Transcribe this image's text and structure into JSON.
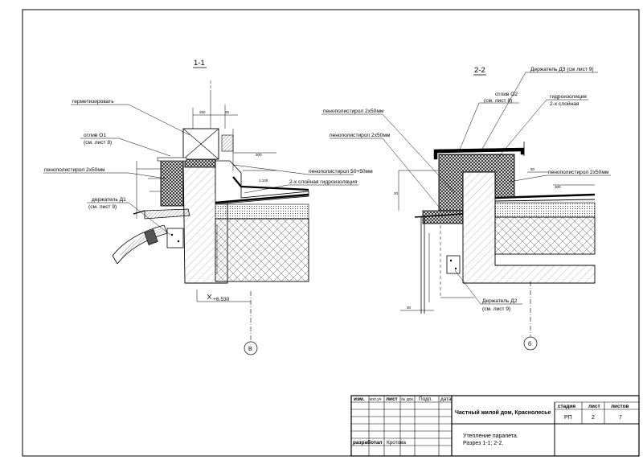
{
  "section_1": {
    "title": "1-1",
    "labels": {
      "seal": "герметизировать",
      "flashing_1": "отлив О1",
      "flashing_1_ref": "(см. лист 8)",
      "foam_1": "пенополистирол 2х50мм",
      "holder_1": "держатель Д1",
      "holder_1_ref": "(см. лист 9)",
      "foam_2": "пенополистирол 50+50мм",
      "waterproof": "2-х слойная гидроизоляция",
      "level": "+6.530",
      "axis": "В"
    }
  },
  "section_2": {
    "title": "2-2",
    "labels": {
      "holder_3": "Держатель Д3 (см лист 9)",
      "foam_a": "пенополистирол 2х50мм",
      "foam_b": "пенополистирол 2х50мм",
      "flashing_2": "отлив О2",
      "flashing_2_ref": "(см. лист 8)",
      "waterproof": "гидроизоляция",
      "waterproof_2": "2-х слойная",
      "foam_c": "пенополистирол 2х50мм",
      "holder_2": "Держатель Д2",
      "holder_2_ref": "(см. лист 9)",
      "axis": "б"
    }
  },
  "title_block": {
    "headers": [
      "изм.",
      "кол.уч",
      "лист",
      "№ док.",
      "Подп.",
      "дата"
    ],
    "developed": "разработал",
    "author": "Кротова",
    "project": "Частный жилой дом, Краснолесье",
    "sheet_title_1": "Утепление парапета.",
    "sheet_title_2": "Разрез 1-1; 2-2.",
    "stage_label": "стадия",
    "sheet_label": "лист",
    "sheets_label": "листов",
    "stage": "РП",
    "sheet": "2",
    "sheets": "7"
  }
}
